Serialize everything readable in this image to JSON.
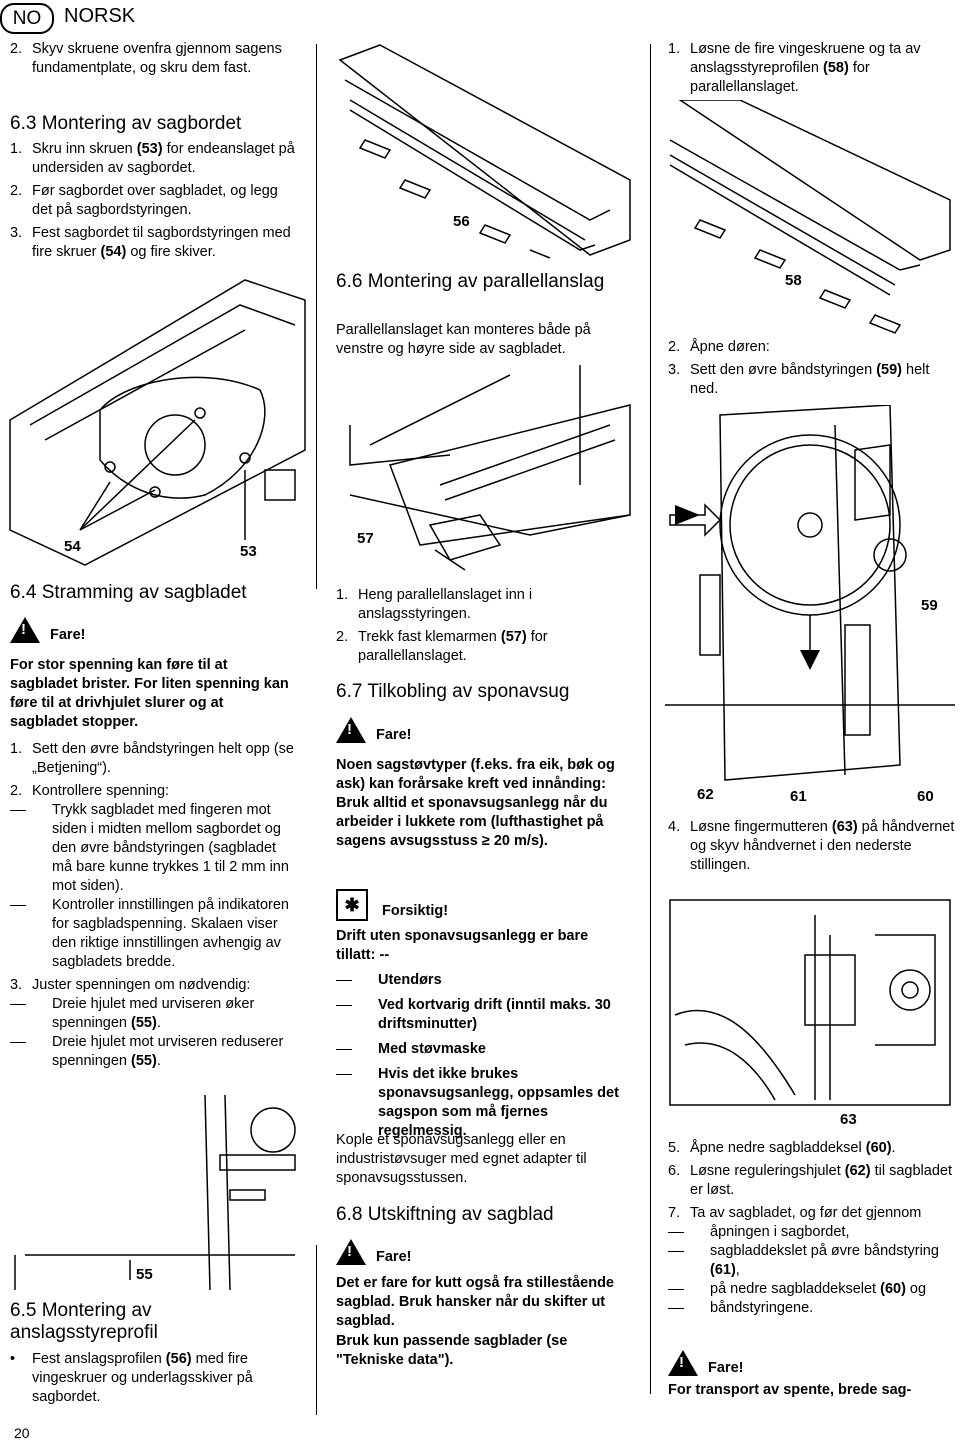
{
  "header": {
    "lang_code": "NO",
    "lang_name": "NORSK"
  },
  "page_number": "20",
  "col1": {
    "intro_item": {
      "num": "2.",
      "text": "Skyv skruene ovenfra gjennom sagens fundamentplate, og skru dem fast."
    },
    "s63": {
      "title": "6.3  Montering av sagbordet",
      "items": [
        {
          "num": "1.",
          "pre": "Skru inn skruen ",
          "bold": "(53)",
          "post": " for endeanslaget på undersiden av sagbordet."
        },
        {
          "num": "2.",
          "text": "Før sagbordet over sagbladet, og legg det på sagbordstyringen."
        },
        {
          "num": "3.",
          "pre": "Fest sagbordet til sagbordstyringen med fire skruer ",
          "bold": "(54)",
          "post": " og fire skiver."
        }
      ]
    },
    "fig1_labels": {
      "a": "54",
      "b": "53"
    },
    "s64": {
      "title": "6.4  Stramming av sagbladet",
      "warn_label": "Fare!",
      "warn_text": "For stor spenning kan føre til at sagbladet brister. For liten spenning kan føre til at drivhjulet slurer og at sagbladet stopper.",
      "item1": {
        "num": "1.",
        "text": "Sett den øvre båndstyringen helt opp (se „Betjening“)."
      },
      "item2": {
        "num": "2.",
        "text": "Kontrollere spenning:"
      },
      "item2_dashes": [
        "Trykk sagbladet med fingeren mot siden i midten mellom sagbordet og den øvre båndstyringen (sagbladet må bare kunne trykkes 1 til 2 mm inn mot siden).",
        "Kontroller innstillingen på indikatoren for sagbladspenning. Skalaen viser den riktige innstillingen avhengig av sagbladets bredde."
      ],
      "item3": {
        "num": "3.",
        "text": "Juster spenningen om nødvendig:"
      },
      "item3_dashes": [
        {
          "pre": "Dreie hjulet med urviseren øker spenningen ",
          "bold": "(55)",
          "post": "."
        },
        {
          "pre": "Dreie hjulet mot urviseren reduserer spenningen ",
          "bold": "(55)",
          "post": "."
        }
      ]
    },
    "fig2_label": "55",
    "s65": {
      "title": "6.5  Montering av anslagsstyreprofil",
      "bullet": {
        "pre": "Fest anslagsprofilen ",
        "bold": "(56)",
        "post": " med fire vingeskruer og underlagsskiver på sagbordet."
      }
    }
  },
  "col2": {
    "fig_label_56": "56",
    "s66": {
      "title": "6.6  Montering av parallellanslag",
      "text": "Parallellanslaget kan monteres både på venstre og høyre side av sagbladet."
    },
    "fig_label_57": "57",
    "items": [
      {
        "num": "1.",
        "text": "Heng parallellanslaget inn i anslagsstyringen."
      },
      {
        "num": "2.",
        "pre": "Trekk fast klemarmen ",
        "bold": "(57)",
        "post": " for parallellanslaget."
      }
    ],
    "s67": {
      "title": "6.7  Tilkobling av sponavsug",
      "warn_label": "Fare!",
      "warn_text": "Noen sagstøvtyper (f.eks. fra eik, bøk og ask) kan forårsake kreft ved innånding: Bruk alltid et sponavsugsanlegg når du arbeider i lukkete rom (lufthastighet på sagens avsugsstuss ≥ 20 m/s).",
      "caution_label": "Forsiktig!",
      "caution_text": "Drift uten sponavsugsanlegg er bare tillatt: --",
      "caution_items": [
        "Utendørs",
        "Ved kortvarig drift (inntil maks. 30 driftsminutter)",
        "Med støvmaske",
        "Hvis det ikke brukes sponavsugsanlegg, oppsamles det sagspon som må fjernes regelmessig."
      ],
      "text": "Kople et sponavsugsanlegg eller en industristøvsuger med egnet adapter til sponavsugsstussen."
    },
    "s68": {
      "title": "6.8  Utskiftning av sagblad",
      "warn_label": "Fare!",
      "warn_text1": "Det er fare for kutt også fra stillestående sagblad. Bruk hansker når du skifter ut sagblad.",
      "warn_text2": "Bruk kun passende sagblader (se \"Tekniske data\")."
    }
  },
  "col3": {
    "item1": {
      "num": "1.",
      "pre": "Løsne de fire vingeskruene  og ta av anslagsstyreprofilen ",
      "bold": "(58)",
      "post": " for parallellanslaget."
    },
    "fig_label_58": "58",
    "item2": {
      "num": "2.",
      "text": "Åpne døren:"
    },
    "item3": {
      "num": "3.",
      "pre": "Sett den øvre båndstyringen ",
      "bold": "(59)",
      "post": " helt ned."
    },
    "fig_label_59": "59",
    "fig_labels_bottom": {
      "a": "62",
      "b": "61",
      "c": "60"
    },
    "item4": {
      "num": "4.",
      "pre": "Løsne fingermutteren ",
      "bold": "(63)",
      "post": " på håndvernet og skyv håndvernet i den nederste stillingen."
    },
    "fig_label_63": "63",
    "item5": {
      "num": "5.",
      "pre": "Åpne nedre sagbladdeksel ",
      "bold": "(60)",
      "post": "."
    },
    "item6": {
      "num": "6.",
      "pre": "Løsne reguleringshjulet ",
      "bold": "(62)",
      "post": " til sagbladet er løst."
    },
    "item7": {
      "num": "7.",
      "text": "Ta av sagbladet, og før det gjennom"
    },
    "item7_dashes": [
      {
        "text": "åpningen i sagbordet,"
      },
      {
        "pre": "sagbladdekslet på øvre båndstyring ",
        "bold": "(61)",
        "post": ","
      },
      {
        "pre": "på nedre sagbladdekselet ",
        "bold": "(60)",
        "post": " og"
      },
      {
        "text": "båndstyringene."
      }
    ],
    "warn_label": "Fare!",
    "warn_text": "For transport av spente, brede sag-"
  }
}
